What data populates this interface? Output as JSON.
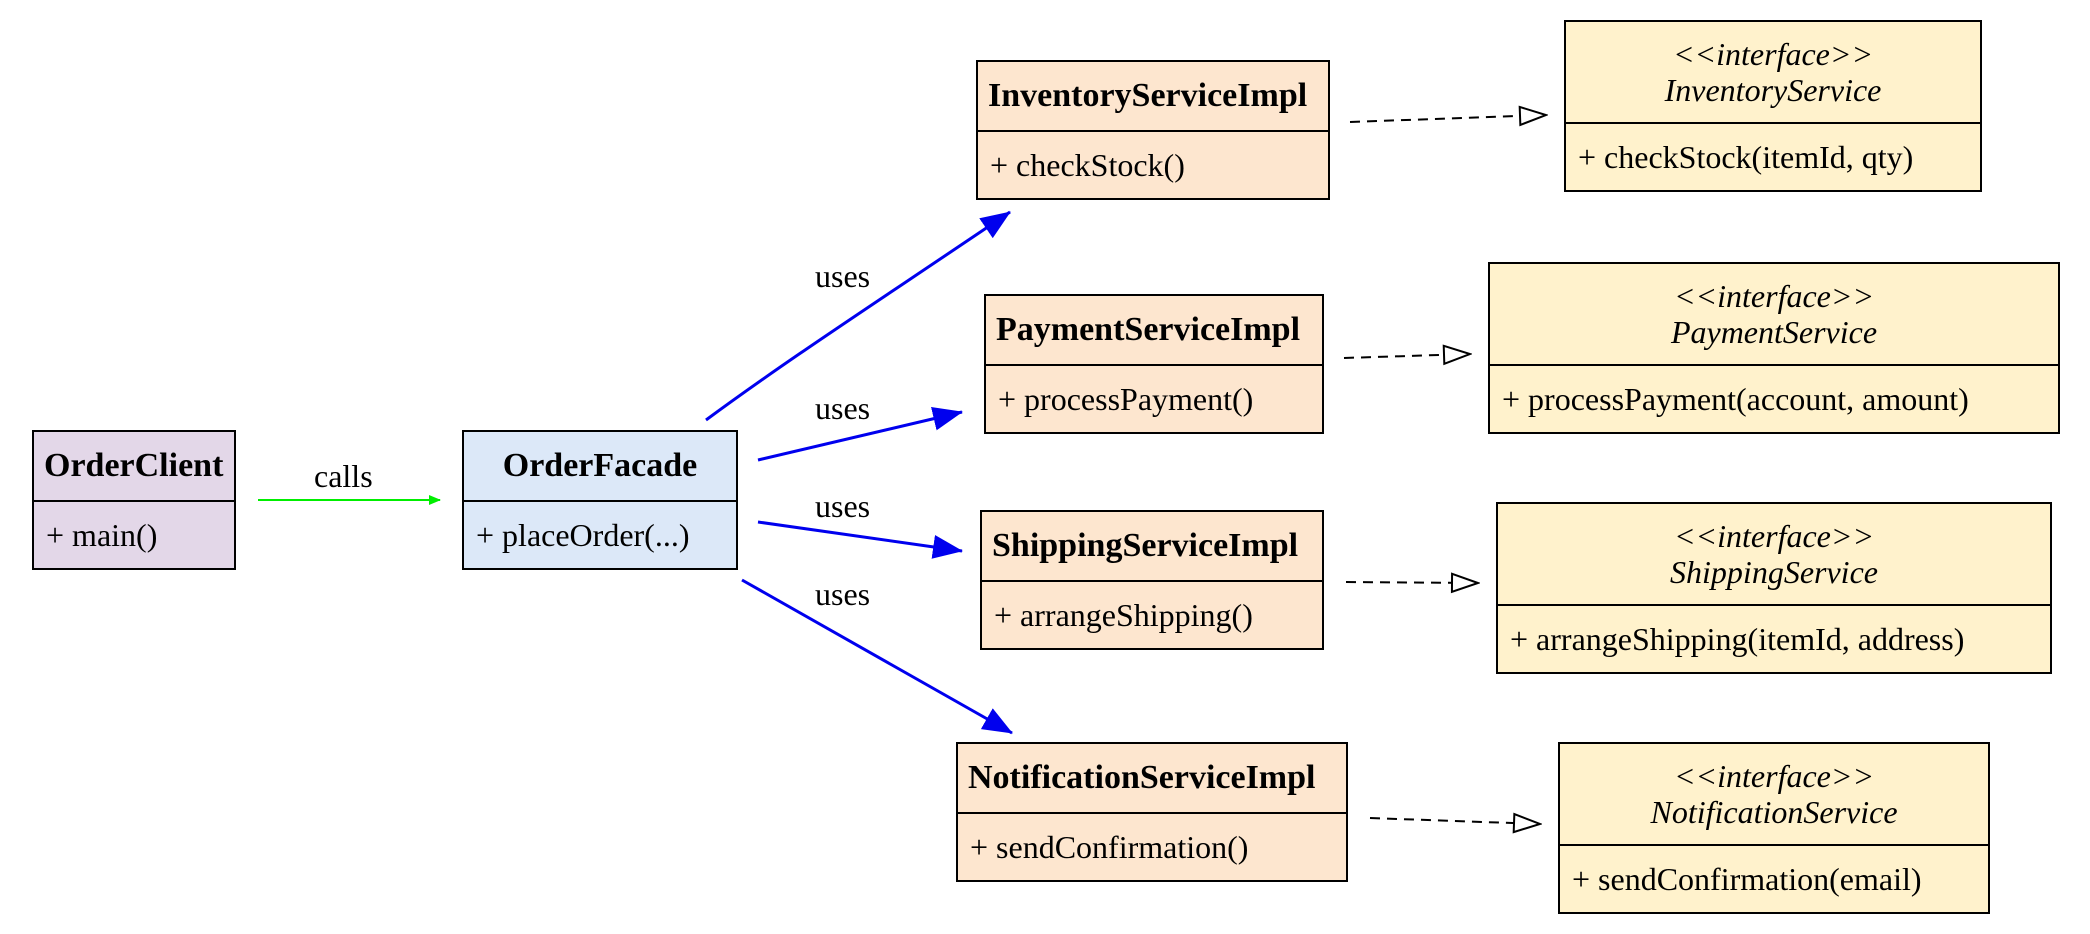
{
  "diagram": {
    "classes": {
      "order_client": {
        "name": "OrderClient",
        "method": "+ main()"
      },
      "order_facade": {
        "name": "OrderFacade",
        "method": "+ placeOrder(...)"
      },
      "inventory_impl": {
        "name": "InventoryServiceImpl",
        "method": "+ checkStock()"
      },
      "payment_impl": {
        "name": "PaymentServiceImpl",
        "method": "+ processPayment()"
      },
      "shipping_impl": {
        "name": "ShippingServiceImpl",
        "method": "+ arrangeShipping()"
      },
      "notification_impl": {
        "name": "NotificationServiceImpl",
        "method": "+ sendConfirmation()"
      }
    },
    "interfaces": {
      "inventory": {
        "stereotype": "<<interface>>",
        "name": "InventoryService",
        "method": "+ checkStock(itemId, qty)"
      },
      "payment": {
        "stereotype": "<<interface>>",
        "name": "PaymentService",
        "method": "+ processPayment(account, amount)"
      },
      "shipping": {
        "stereotype": "<<interface>>",
        "name": "ShippingService",
        "method": "+ arrangeShipping(itemId, address)"
      },
      "notification": {
        "stereotype": "<<interface>>",
        "name": "NotificationService",
        "method": "+ sendConfirmation(email)"
      }
    },
    "edges": {
      "calls_label": "calls",
      "uses_inventory_label": "uses",
      "uses_payment_label": "uses",
      "uses_shipping_label": "uses",
      "uses_notification_label": "uses"
    },
    "colors": {
      "client_fill": "#e3d7e8",
      "facade_fill": "#dce8f8",
      "impl_fill": "#fde6cf",
      "interface_fill": "#fff2cc",
      "calls_edge": "#00ee00",
      "uses_edge": "#0000ee",
      "realization_edge": "#000000"
    }
  }
}
